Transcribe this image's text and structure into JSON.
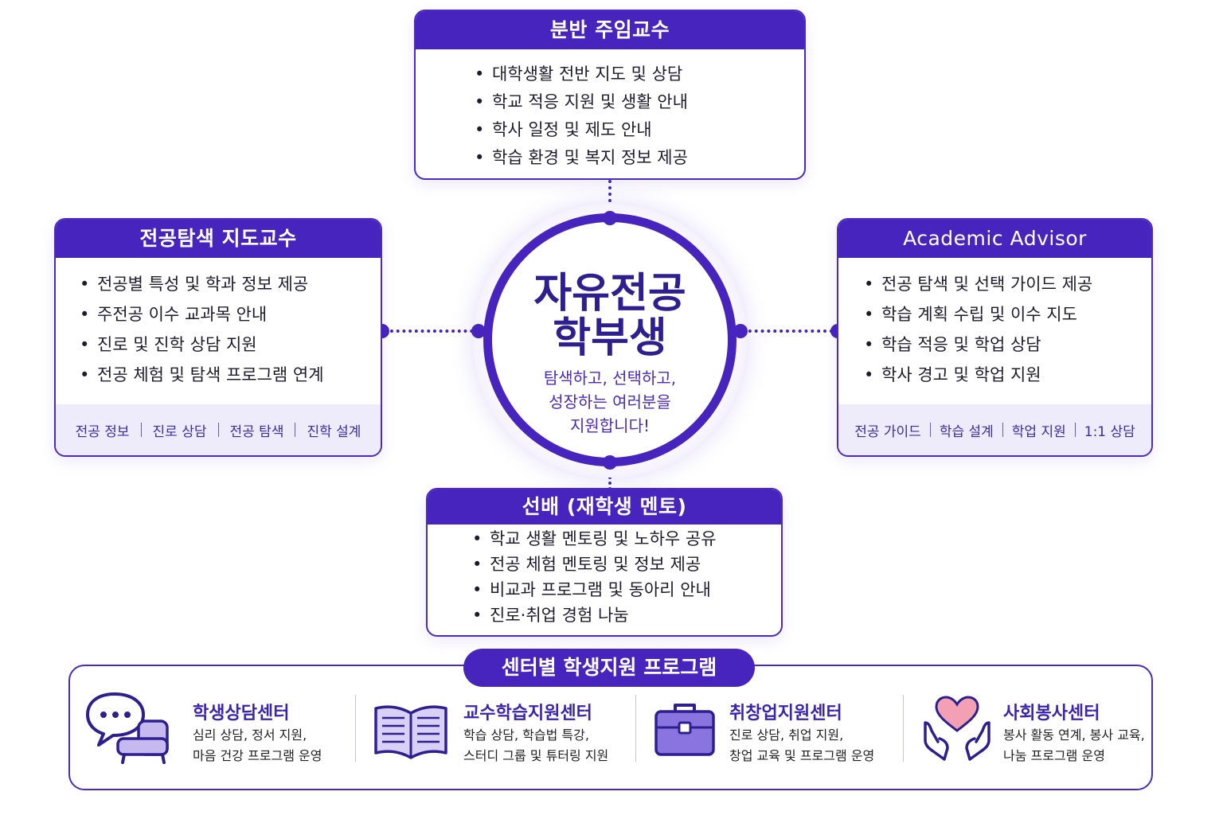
{
  "center": {
    "title_line1": "자유전공",
    "title_line2": "학부생",
    "subtitle_lines": [
      "탐색하고, 선택하고,",
      "성장하는 여러분을",
      "지원합니다!"
    ]
  },
  "top_card": {
    "title": "분반 주임교수",
    "items": [
      "대학생활 전반 지도 및 상담",
      "학교 적응 지원 및 생활 안내",
      "학사 일정 및 제도 안내",
      "학습 환경 및 복지 정보 제공"
    ]
  },
  "left_card": {
    "title": "전공탐색 지도교수",
    "items": [
      "전공별 특성 및 학과 정보 제공",
      "주전공 이수 교과목 안내",
      "진로 및 진학 상담 지원",
      "전공 체험 및 탐색 프로그램 연계"
    ],
    "tags": [
      "전공 정보",
      "진로 상담",
      "전공 탐색",
      "진학 설계"
    ]
  },
  "right_card": {
    "title": "Academic Advisor",
    "items": [
      "전공 탐색 및 선택 가이드 제공",
      "학습 계획 수립 및 이수 지도",
      "학습 적응 및 학업 상담",
      "학사 경고 및 학업 지원"
    ],
    "tags": [
      "전공 가이드",
      "학습 설계",
      "학업 지원",
      "1:1 상담"
    ]
  },
  "bottom_card": {
    "title": "선배 (재학생 멘토)",
    "items": [
      "학교 생활 멘토링 및 노하우 공유",
      "전공 체험 멘토링 및 정보 제공",
      "비교과 프로그램 및 동아리 안내",
      "진로·취업 경험 나눔"
    ]
  },
  "programs": {
    "title": "센터별 학생지원 프로그램",
    "centers": [
      {
        "name": "학생상담센터",
        "desc1": "심리 상담, 정서 지원,",
        "desc2": "마음 건강 프로그램 운영",
        "icon": "chat-sofa-icon"
      },
      {
        "name": "교수학습지원센터",
        "desc1": "학습 상담, 학습법 특강,",
        "desc2": "스터디 그룹 및 튜터링 지원",
        "icon": "open-book-icon"
      },
      {
        "name": "취창업지원센터",
        "desc1": "진로 상담, 취업 지원,",
        "desc2": "창업 교육 및 프로그램 운영",
        "icon": "briefcase-icon"
      },
      {
        "name": "사회봉사센터",
        "desc1": "봉사 활동 연계, 봉사 교육,",
        "desc2": "나눔 프로그램 운영",
        "icon": "heart-hands-icon"
      }
    ]
  },
  "colors": {
    "primary": "#4624bd",
    "primary_dark": "#2d1f8f",
    "tag_bg": "#eeebfa",
    "heart": "#f4a0b4"
  }
}
